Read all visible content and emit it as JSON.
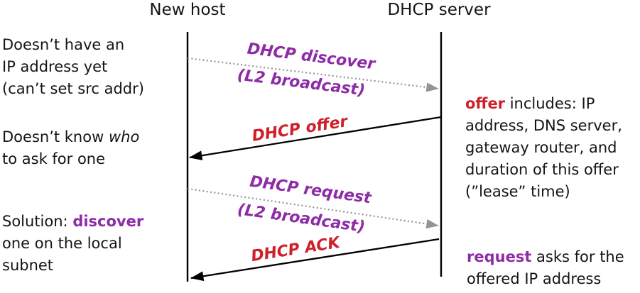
{
  "headers": {
    "left": "New host",
    "right": "DHCP server"
  },
  "messages": {
    "discover": {
      "label": "DHCP discover",
      "sub": "(L2 broadcast)"
    },
    "offer": {
      "label": "DHCP offer"
    },
    "request": {
      "label": "DHCP request",
      "sub": "(L2 broadcast)"
    },
    "ack": {
      "label": "DHCP ACK"
    }
  },
  "left_notes": {
    "no_ip": {
      "line1": "Doesn’t have an",
      "line2": "IP address yet",
      "line3": "(can’t set src addr)"
    },
    "who": {
      "line1_prefix": "Doesn’t know ",
      "line1_italic": "who",
      "line2": "to ask for one"
    },
    "solution": {
      "line1_prefix": "Solution: ",
      "line1_highlight": "discover",
      "line2": "one on the local",
      "line3": "subnet"
    }
  },
  "right_notes": {
    "offer_note": {
      "highlight": "offer",
      "line1_rest": " includes: IP",
      "line2": "address, DNS server,",
      "line3": "gateway router, and",
      "line4": "duration of this offer",
      "line5": "(”lease” time)"
    },
    "request_note": {
      "highlight": "request",
      "line1_rest": " asks for the",
      "line2": "offered IP address"
    }
  },
  "colors": {
    "purple": "#8e2ba6",
    "red": "#ce2029",
    "arrow_gray": "#949494",
    "line_black": "#000000",
    "text": "#141414"
  }
}
